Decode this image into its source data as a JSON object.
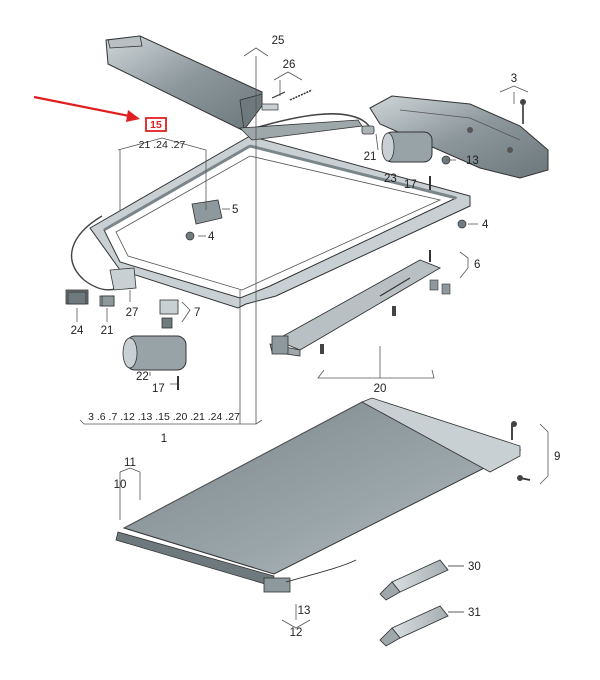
{
  "highlight": {
    "label": "15",
    "color": "#e02020"
  },
  "labels": {
    "l25": "25",
    "l26": "26",
    "l3": "3",
    "l21a": "21",
    "l13": "13",
    "l23": "23",
    "l17a": "17",
    "l5": "5",
    "l4a": "4",
    "l4b": "4",
    "l6": "6",
    "l24": "24",
    "l21b": "21",
    "l27": "27",
    "l7": "7",
    "l20": "20",
    "l22": "22",
    "l17b": "17",
    "l1": "1",
    "l11": "11",
    "l10": "10",
    "l9": "9",
    "l30": "30",
    "l31": "31",
    "l13b": "13",
    "l12": "12"
  },
  "group_top": {
    "text": "21 .24 .27"
  },
  "group_bottom": {
    "text": "3 .6 .7 .12 .13 .15 .20 .21 .24 .27"
  },
  "colors": {
    "part_fill": "#8e999d",
    "part_dark": "#5f6b70",
    "part_light": "#c9d0d3",
    "line": "#333333"
  }
}
